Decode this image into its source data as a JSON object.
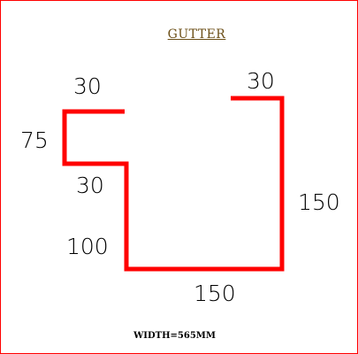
{
  "title": "GUTTER",
  "width_note": "WIDTH=565MM",
  "colors": {
    "profile_line": "#ff0000",
    "frame_border": "#ff0000",
    "title_text": "#6b4e16",
    "dimension_text": "#000000"
  },
  "dimensions": {
    "top_left_lip": "30",
    "top_right_lip": "30",
    "left_drop": "75",
    "inner_step": "30",
    "left_wall": "100",
    "right_wall": "150",
    "base": "150"
  }
}
